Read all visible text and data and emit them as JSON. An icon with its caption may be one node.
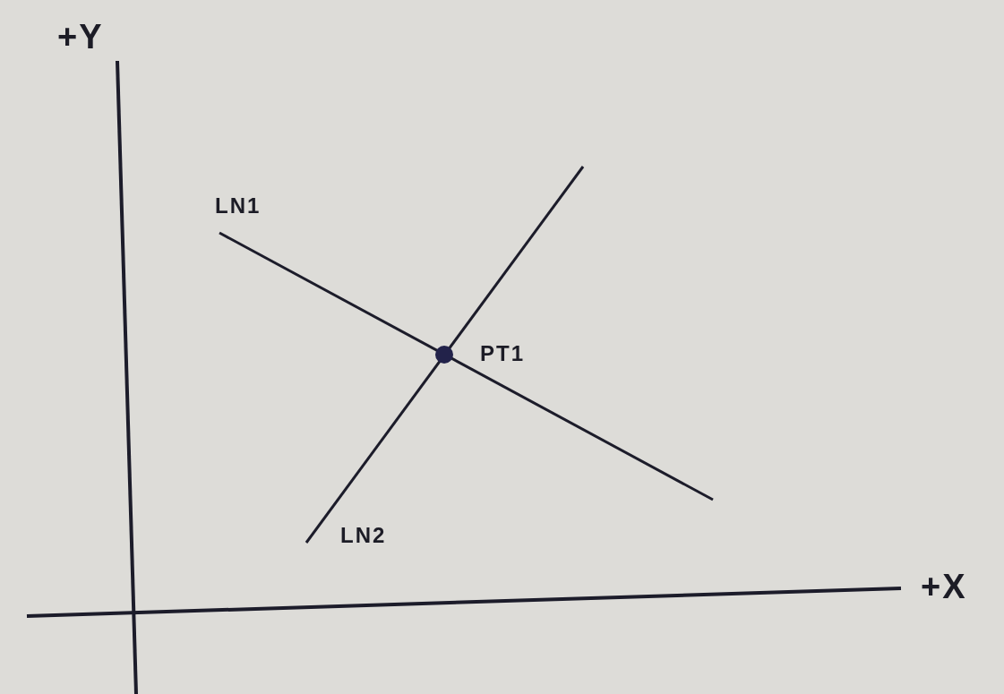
{
  "diagram": {
    "labels": [
      "+Y",
      "LN1",
      "PT1",
      "LN2",
      "+X"
    ]
  }
}
